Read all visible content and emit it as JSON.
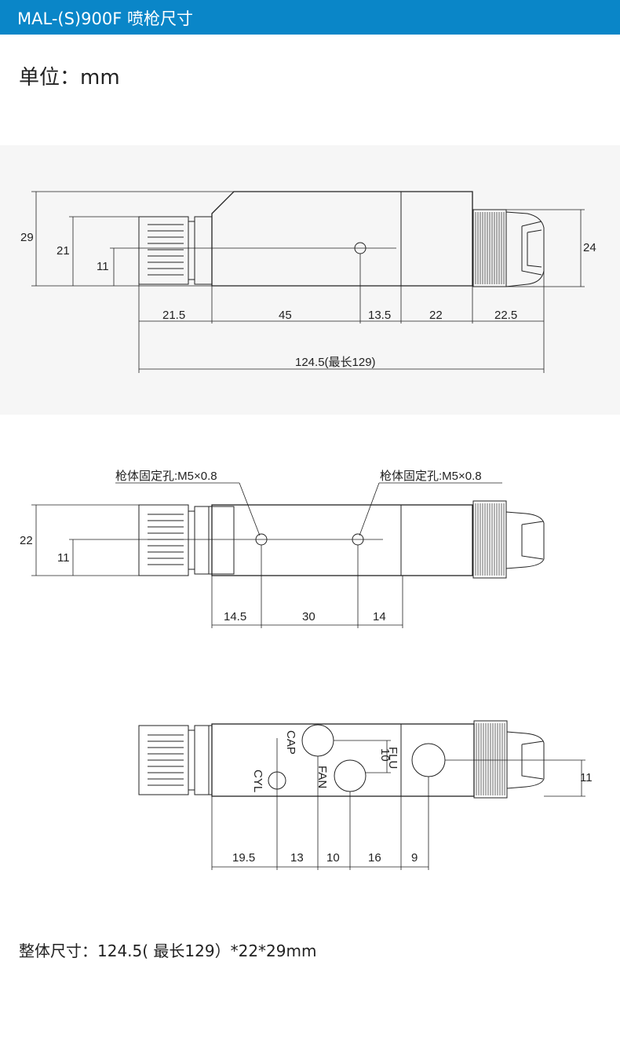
{
  "header": {
    "title": "MAL-(S)900F 喷枪尺寸"
  },
  "unit_label": "单位：mm",
  "view1": {
    "heights": [
      "29",
      "21",
      "11",
      "24"
    ],
    "lengths": [
      "21.5",
      "45",
      "13.5",
      "22",
      "22.5"
    ],
    "total": "124.5(最长129)"
  },
  "view2": {
    "callout_left": "枪体固定孔:M5×0.8",
    "callout_right": "枪体固定孔:M5×0.8",
    "heights": [
      "22",
      "11"
    ],
    "lengths": [
      "14.5",
      "30",
      "14"
    ]
  },
  "view3": {
    "port_labels": [
      "CAP",
      "CYL",
      "FAN",
      "FLU"
    ],
    "offset_label": "10",
    "height": "11",
    "lengths": [
      "19.5",
      "13",
      "10",
      "16",
      "9"
    ]
  },
  "footer": {
    "text": "整体尺寸：124.5( 最长129）*22*29mm"
  },
  "colors": {
    "header_bg": "#0a86c8",
    "panel_bg": "#f6f6f6",
    "line": "#222222"
  }
}
